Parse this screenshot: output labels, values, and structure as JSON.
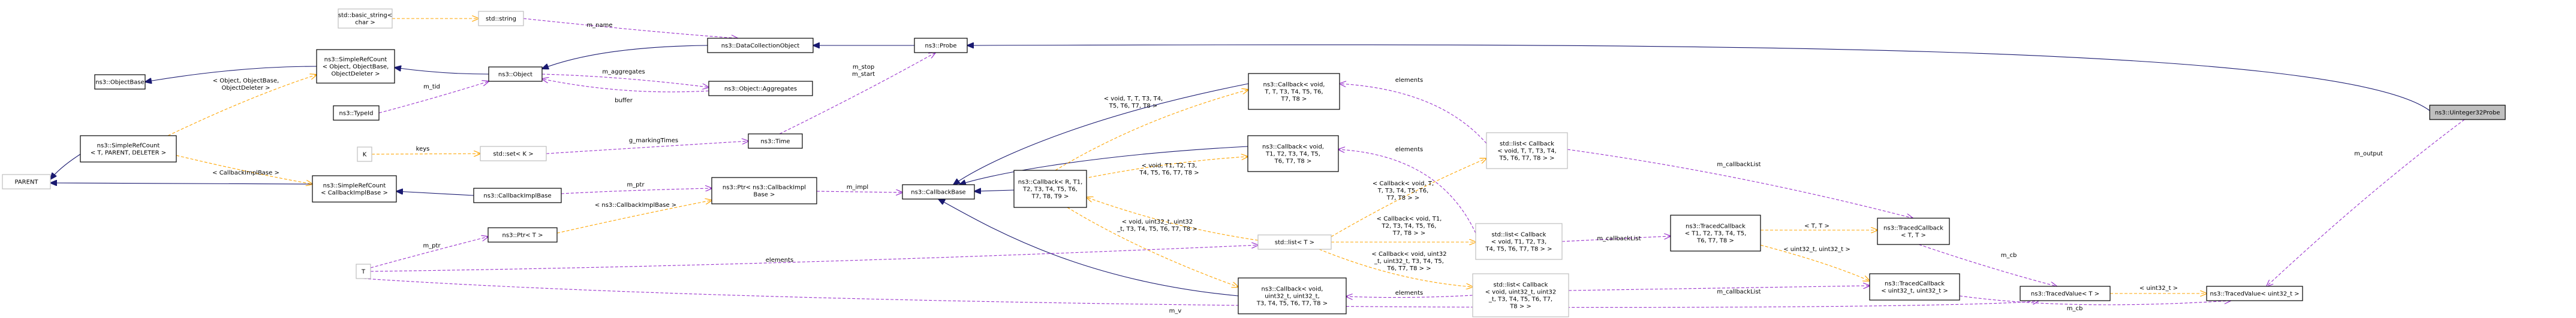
{
  "nodes": {
    "basic_string": [
      "std::basic_string<",
      "char >"
    ],
    "string": [
      "std::string"
    ],
    "objectbase": [
      "ns3::ObjectBase"
    ],
    "src_object": [
      "ns3::SimpleRefCount",
      "< Object, ObjectBase,",
      "ObjectDeleter >"
    ],
    "object": [
      "ns3::Object"
    ],
    "typeid": [
      "ns3::TypeId"
    ],
    "datacollectionobject": [
      "ns3::DataCollectionObject"
    ],
    "aggregates": [
      "ns3::Object::Aggregates"
    ],
    "probe": [
      "ns3::Probe"
    ],
    "src_t": [
      "ns3::SimpleRefCount",
      "< T, PARENT, DELETER >"
    ],
    "parent": [
      "PARENT"
    ],
    "k": [
      "K"
    ],
    "set_k": [
      "std::set< K >"
    ],
    "time": [
      "ns3::Time"
    ],
    "src_cbimpl": [
      "ns3::SimpleRefCount",
      "< CallbackImplBase >"
    ],
    "callbackimplbase": [
      "ns3::CallbackImplBase"
    ],
    "ptr_t": [
      "ns3::Ptr< T >"
    ],
    "ptr_cbimpl": [
      "ns3::Ptr< ns3::CallbackImpl",
      "Base >"
    ],
    "callbackbase": [
      "ns3::CallbackBase"
    ],
    "t": [
      "T"
    ],
    "callback_r": [
      "ns3::Callback< R, T1,",
      "T2, T3, T4, T5, T6,",
      "T7, T8, T9 >"
    ],
    "callback_void_1": [
      "ns3::Callback< void,",
      "T, T, T3, T4, T5, T6,",
      "T7, T8 >"
    ],
    "callback_void_2": [
      "ns3::Callback< void,",
      "T1, T2, T3, T4, T5,",
      "T6, T7, T8 >"
    ],
    "list_t": [
      "std::list< T >"
    ],
    "callback_uint32": [
      "ns3::Callback< void,",
      "uint32_t, uint32_t,",
      "T3, T4, T5, T6, T7, T8 >"
    ],
    "list_cb1": [
      "std::list< Callback",
      "< void, T, T, T3, T4,",
      "T5, T6, T7, T8 > >"
    ],
    "list_cb2": [
      "std::list< Callback",
      "< void, T1, T2, T3,",
      "T4, T5, T6, T7, T8 > >"
    ],
    "list_cb3": [
      "std::list< Callback",
      "< void, uint32_t, uint32",
      "_t, T3, T4, T5, T6, T7,",
      "T8 > >"
    ],
    "tracedcallback_1": [
      "ns3::TracedCallback",
      "< T1, T2, T3, T4, T5,",
      "T6, T7, T8 >"
    ],
    "tracedcallback_2": [
      "ns3::TracedCallback",
      "< T, T >"
    ],
    "tracedcallback_3": [
      "ns3::TracedCallback",
      "< uint32_t, uint32_t >"
    ],
    "tracedvalue_t": [
      "ns3::TracedValue< T >"
    ],
    "tracedvalue_u": [
      "ns3::TracedValue< uint32_t >"
    ],
    "uinteger32probe": [
      "ns3::Uinteger32Probe"
    ]
  },
  "edge_labels": {
    "m_name": [
      "m_name"
    ],
    "m_tid": [
      "m_tid"
    ],
    "object_template": [
      "< Object, ObjectBase,",
      "ObjectDeleter >"
    ],
    "m_aggregates": [
      "m_aggregates"
    ],
    "buffer": [
      "buffer"
    ],
    "m_stop_start": [
      "m_stop",
      "m_start"
    ],
    "keys": [
      "keys"
    ],
    "g_markingtimes": [
      "g_markingTimes"
    ],
    "cbimpl_template": [
      "< CallbackImplBase >"
    ],
    "m_ptr_1": [
      "m_ptr"
    ],
    "cbimpl_ptr_template": [
      "< ns3::CallbackImplBase >"
    ],
    "m_impl": [
      "m_impl"
    ],
    "m_ptr_2": [
      "m_ptr"
    ],
    "r_to_void1": [
      "< void, T, T, T3, T4,",
      "T5, T6, T7, T8 >"
    ],
    "r_to_void2": [
      "< void, T1, T2, T3,",
      "T4, T5, T6, T7, T8 >"
    ],
    "r_to_uint32": [
      "< void, uint32_t, uint32",
      "_t, T3, T4, T5, T6, T7, T8 >"
    ],
    "elements_1": [
      "elements"
    ],
    "elements_2": [
      "elements"
    ],
    "elements_3": [
      "elements"
    ],
    "elements_4": [
      "elements"
    ],
    "list_to_cb1": [
      "< Callback< void, T,",
      "T, T3, T4, T5, T6,",
      "T7, T8 > >"
    ],
    "list_to_cb2": [
      "< Callback< void, T1,",
      "T2, T3, T4, T5, T6,",
      "T7, T8 > >"
    ],
    "list_to_cb3": [
      "< Callback< void, uint32",
      "_t, uint32_t, T3, T4, T5,",
      "T6, T7, T8 > >"
    ],
    "m_callbacklist_1": [
      "m_callbackList"
    ],
    "m_callbacklist_2": [
      "m_callbackList"
    ],
    "m_callbacklist_3": [
      "m_callbackList"
    ],
    "tc_t_t": [
      "< T, T >"
    ],
    "tc_uint32": [
      "< uint32_t, uint32_t >"
    ],
    "m_cb_1": [
      "m_cb"
    ],
    "m_cb_2": [
      "m_cb"
    ],
    "tv_uint32": [
      "< uint32_t >"
    ],
    "m_output": [
      "m_output"
    ],
    "m_v": [
      "m_v"
    ]
  },
  "colors": {
    "inheritance": "#191970",
    "usage": "#9a32cd",
    "template": "#ffa500",
    "highlight_fill": "#bfbfbf",
    "external_border": "#bfbfbf"
  }
}
